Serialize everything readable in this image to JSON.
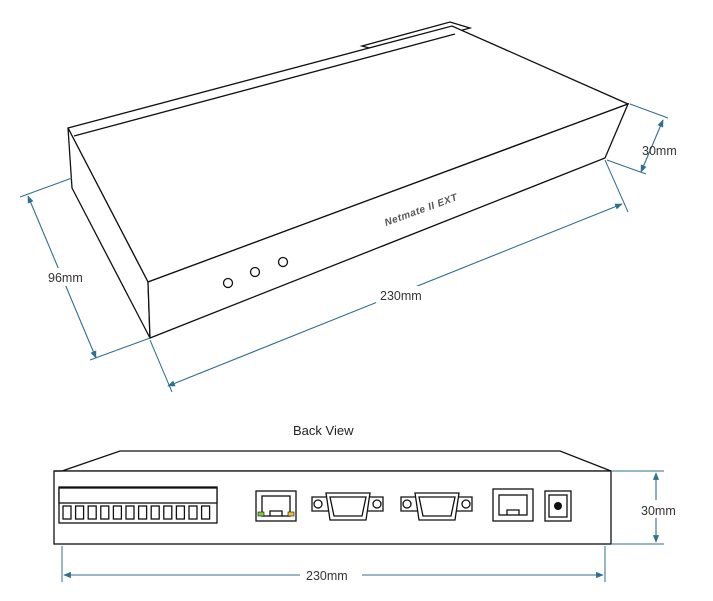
{
  "top_view": {
    "brand_label": "Netmate II EXT",
    "dim_width": "230mm",
    "dim_depth": "96mm",
    "dim_height": "30mm"
  },
  "back_view": {
    "title": "Back View",
    "dim_width": "230mm",
    "dim_height": "30mm"
  },
  "colors": {
    "outline": "#111111",
    "dimension": "#2f6f8f",
    "led_green": "#7ccf3a",
    "led_amber": "#f2c230"
  }
}
